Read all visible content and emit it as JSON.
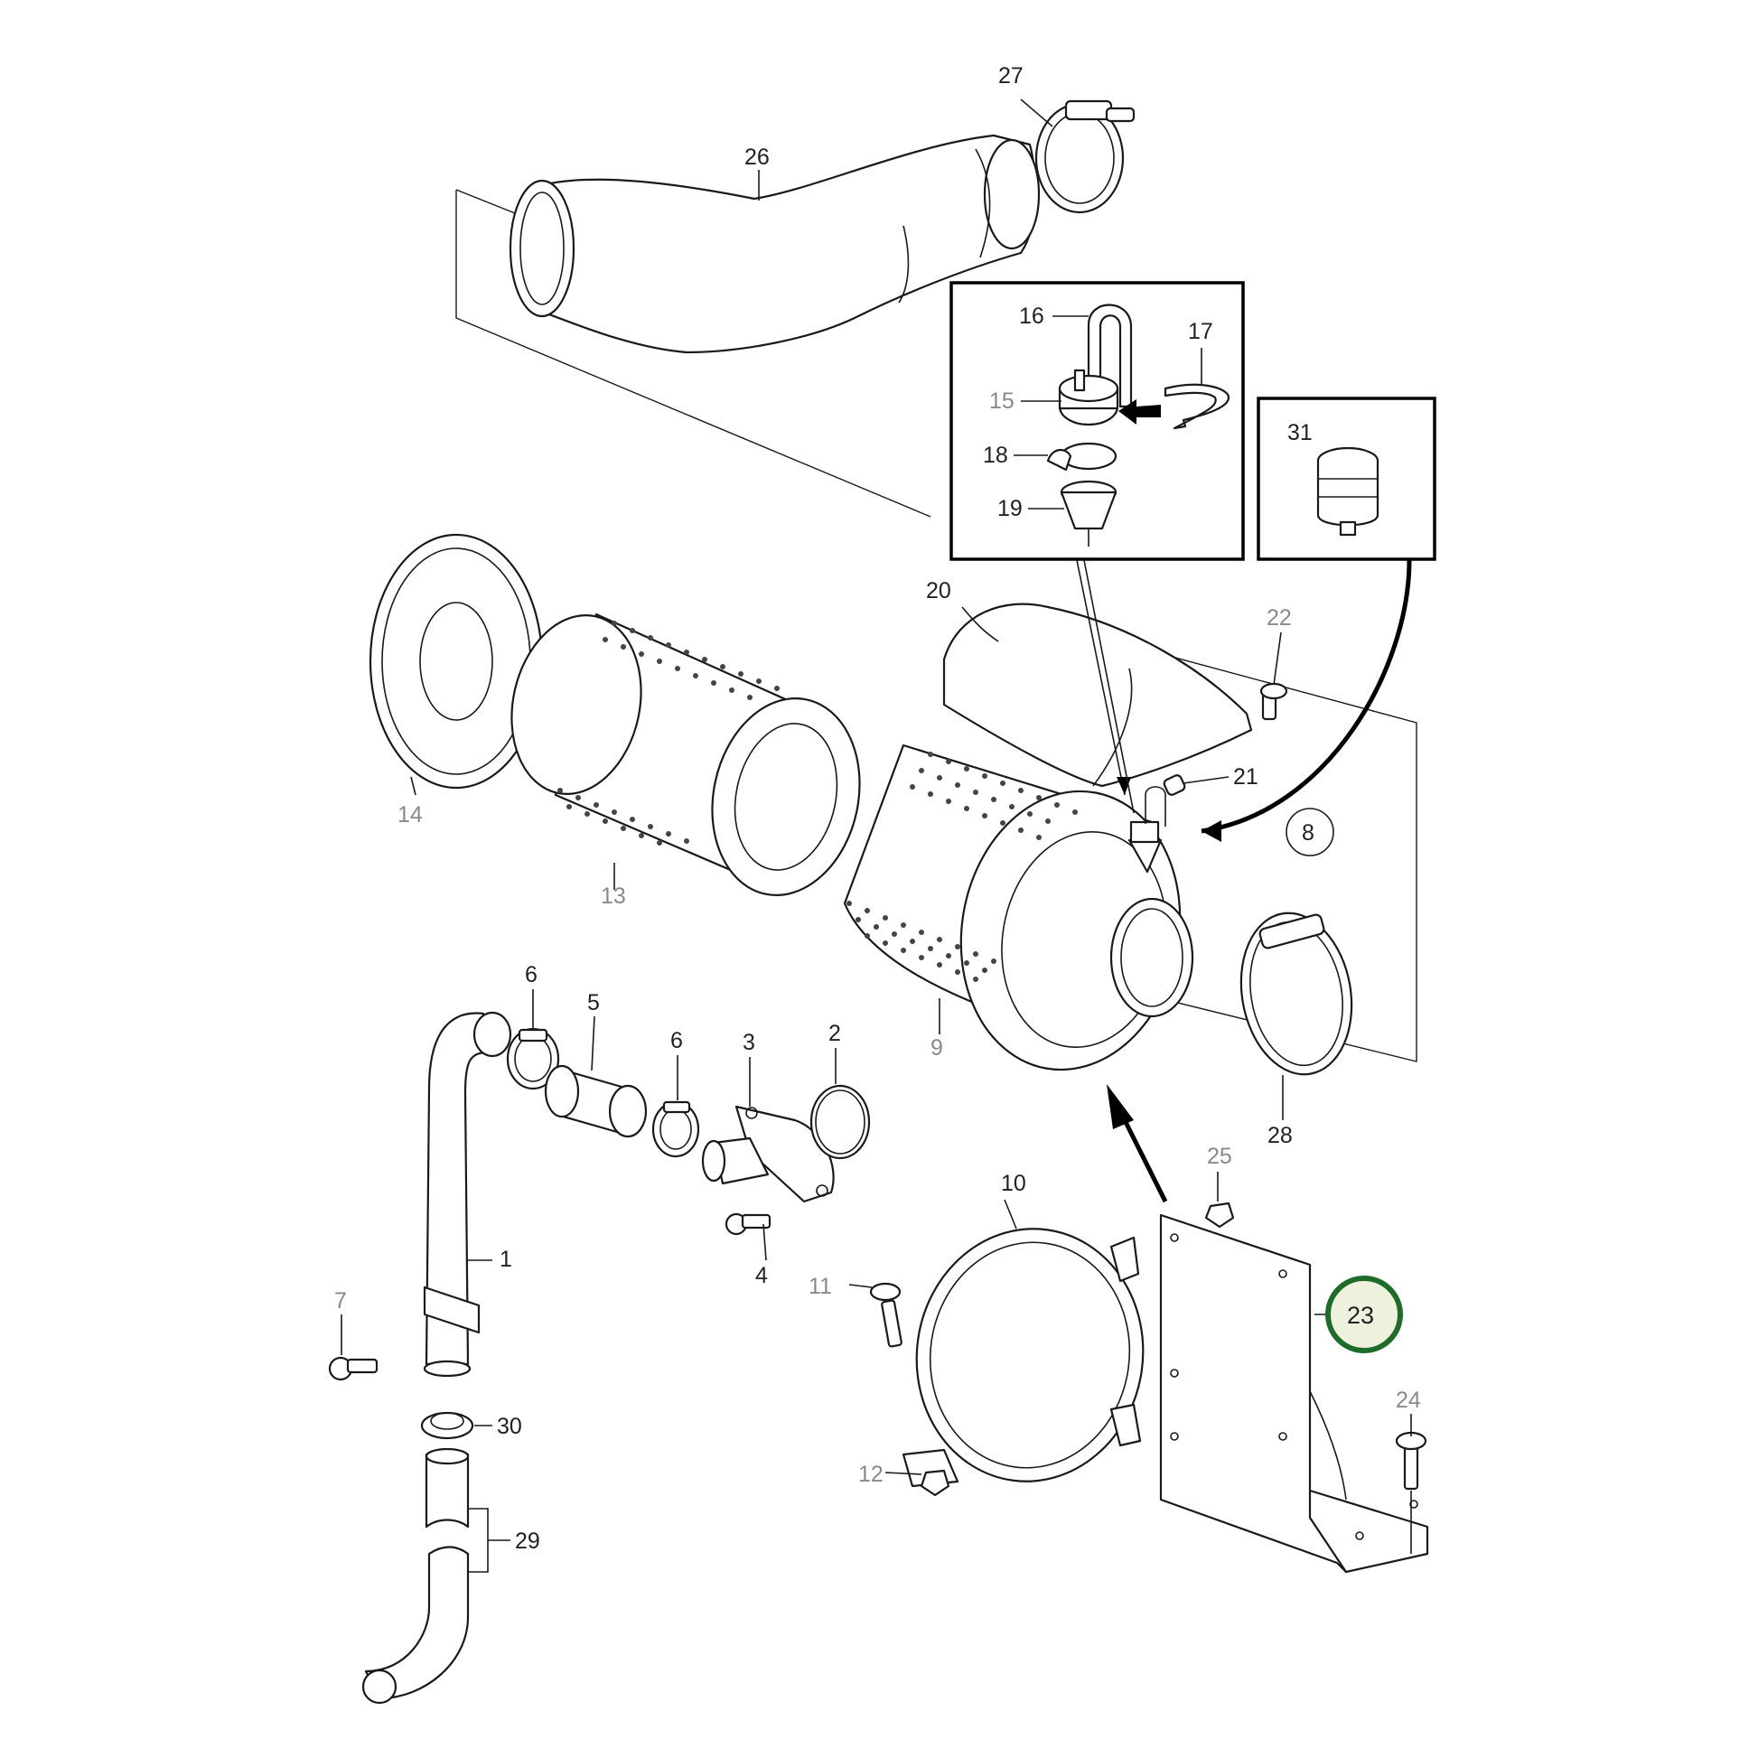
{
  "labels": {
    "n1": "1",
    "n2": "2",
    "n3": "3",
    "n4": "4",
    "n5": "5",
    "n6a": "6",
    "n6b": "6",
    "n7": "7",
    "n8": "8",
    "n9": "9",
    "n10": "10",
    "n11": "11",
    "n12": "12",
    "n13": "13",
    "n14": "14",
    "n15": "15",
    "n16": "16",
    "n17": "17",
    "n18": "18",
    "n19": "19",
    "n20": "20",
    "n21": "21",
    "n22": "22",
    "n23": "23",
    "n24": "24",
    "n25": "25",
    "n26": "26",
    "n27": "27",
    "n28": "28",
    "n29": "29",
    "n30": "30",
    "n31": "31"
  },
  "highlight": {
    "part": "23",
    "ring_color": "#1f6b2a",
    "fill_color": "#eef2dd"
  }
}
